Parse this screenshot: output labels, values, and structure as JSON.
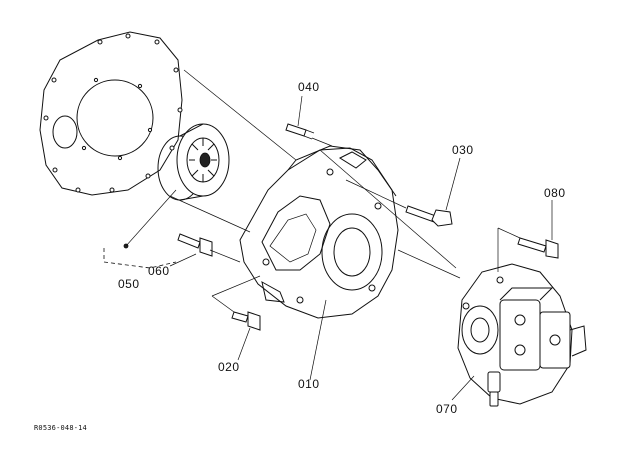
{
  "drawing_ref": "R0536-048-14",
  "callouts": {
    "c010": "010",
    "c020": "020",
    "c030": "030",
    "c040": "040",
    "c050": "050",
    "c060": "060",
    "c070": "070",
    "c080": "080"
  },
  "colors": {
    "ink": "#111111",
    "paper": "#ffffff"
  }
}
